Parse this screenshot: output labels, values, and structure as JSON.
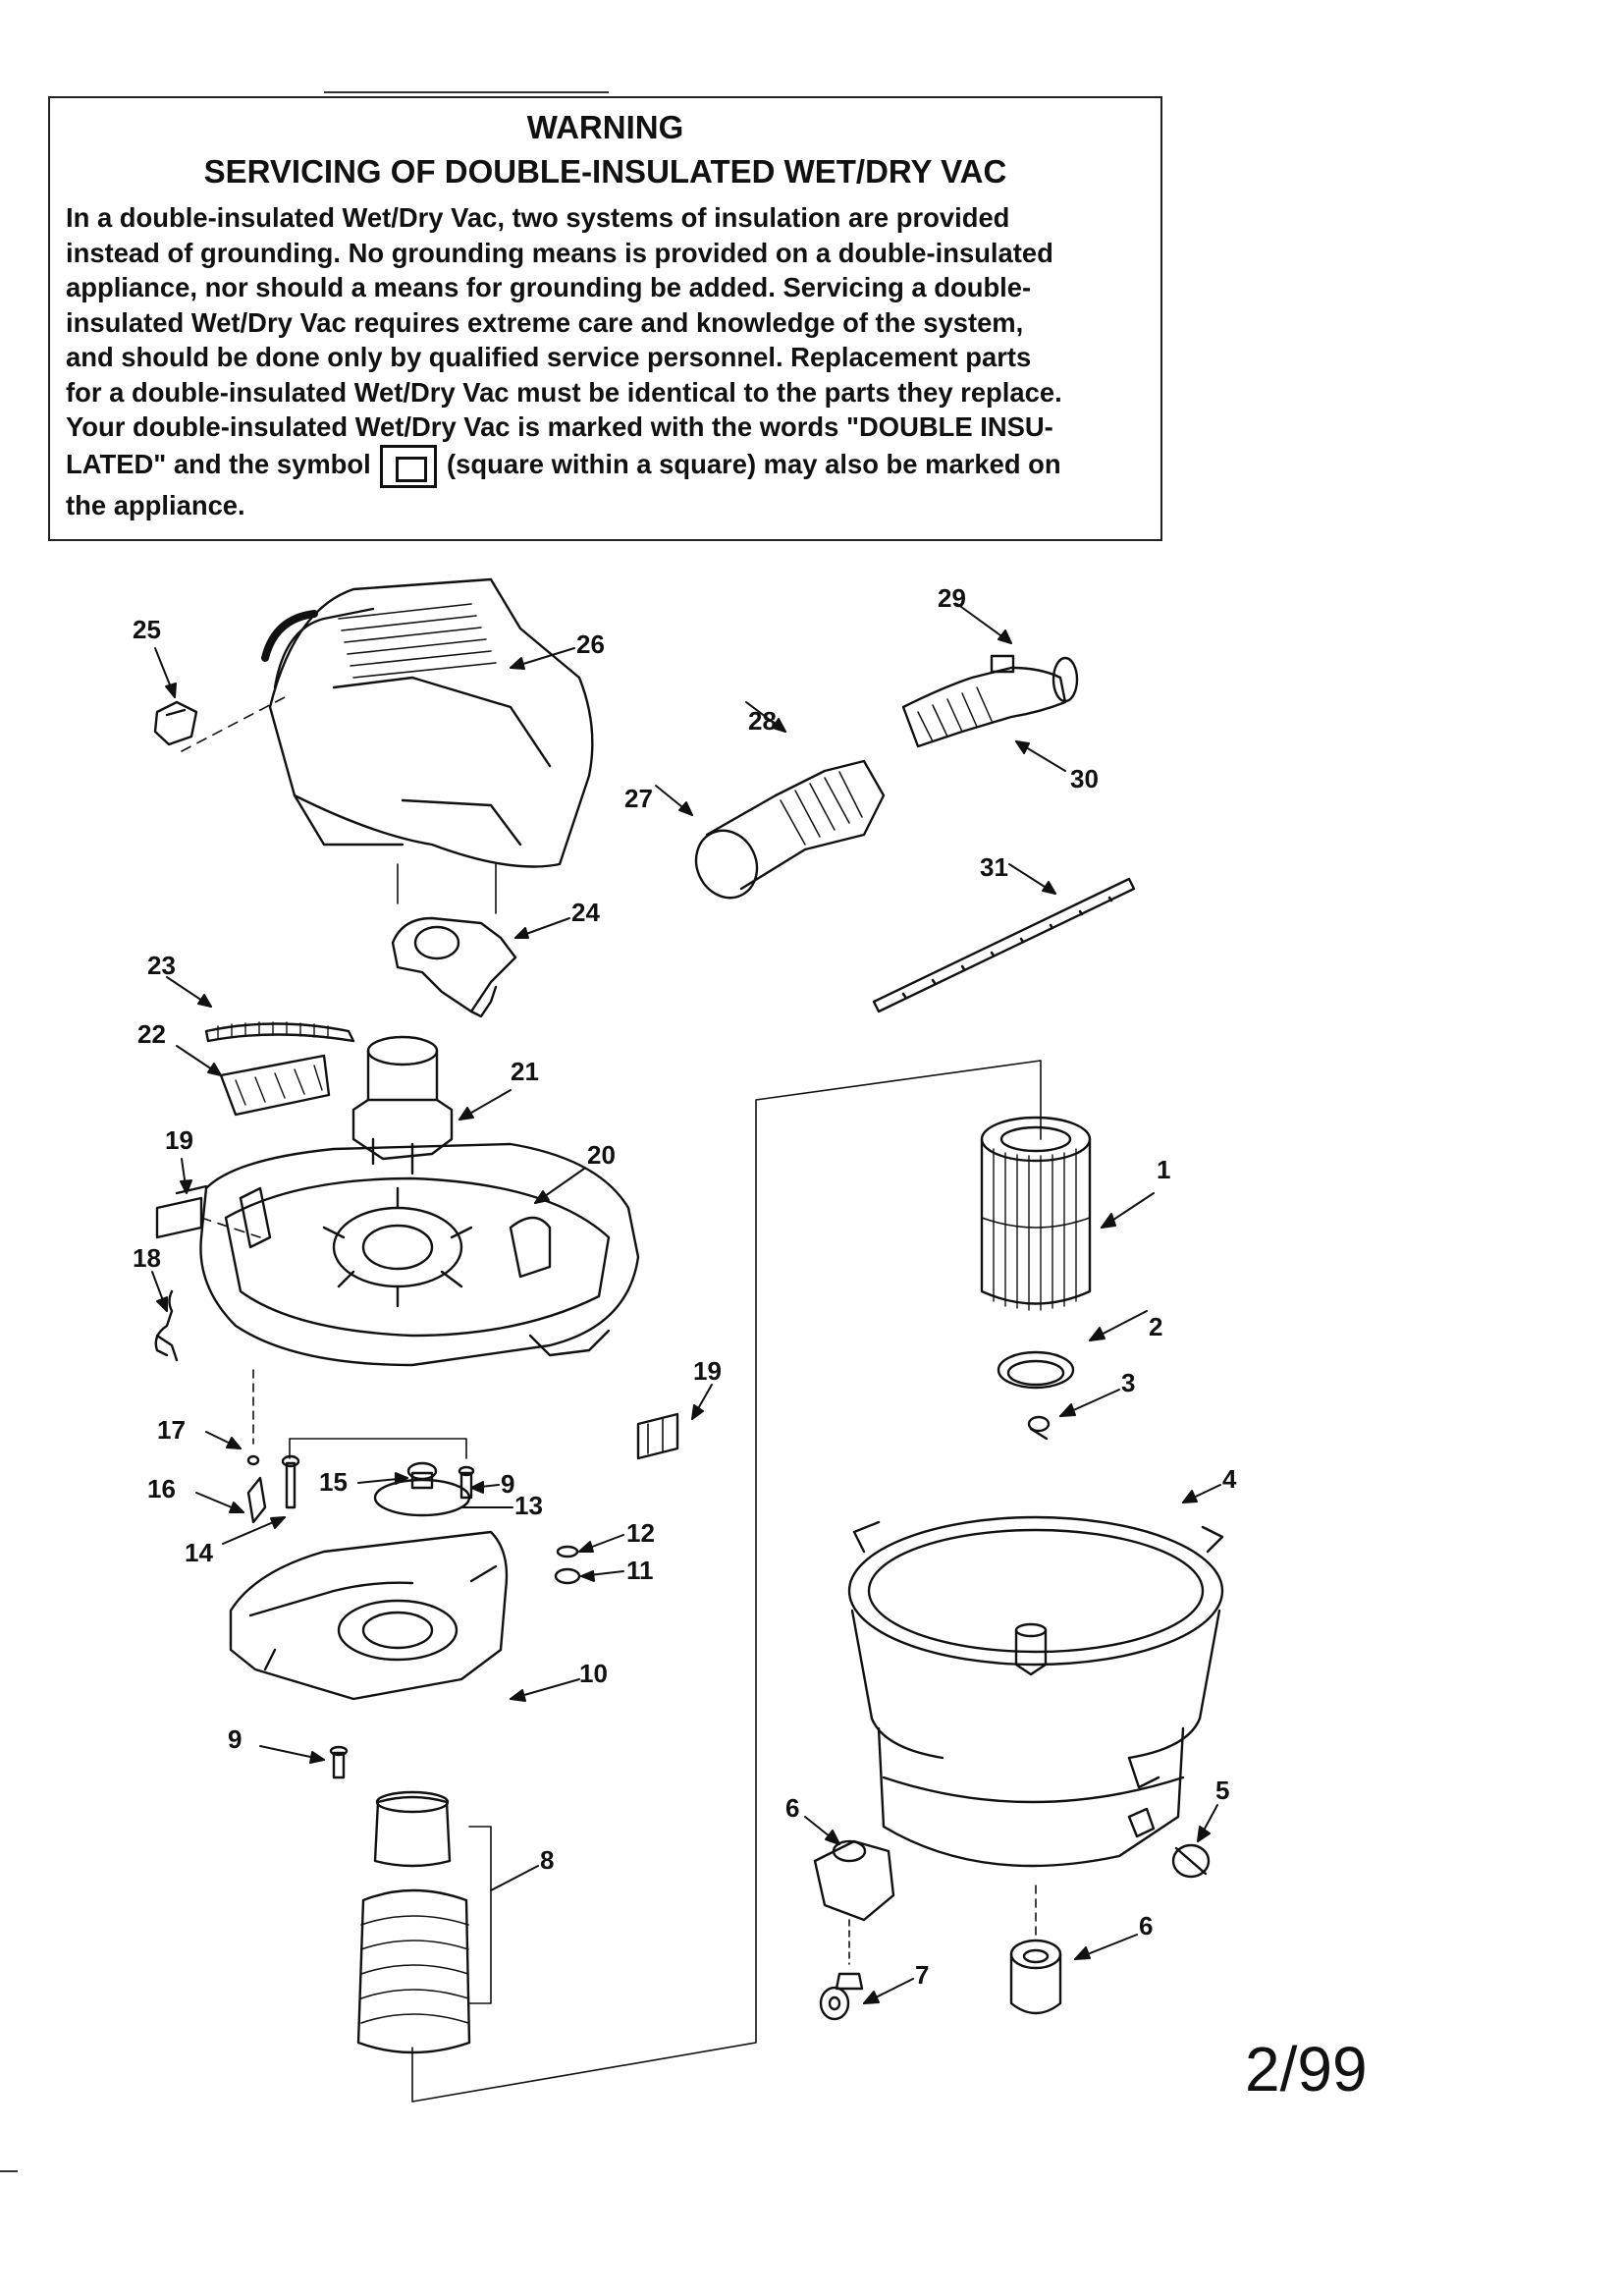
{
  "warning": {
    "title": "WARNING",
    "subtitle": "SERVICING OF DOUBLE-INSULATED WET/DRY VAC",
    "body_lines": [
      "In a double-insulated Wet/Dry Vac, two systems of insulation are provided",
      "instead of grounding. No grounding means is provided on a double-insulated",
      "appliance, nor should a means for grounding be added. Servicing a double-",
      "insulated Wet/Dry Vac requires extreme care and knowledge of the system,",
      "and should be done only by qualified service personnel. Replacement parts",
      "for a double-insulated Wet/Dry Vac must be identical to the parts they replace.",
      "Your double-insulated Wet/Dry Vac is marked with the words \"DOUBLE INSU-"
    ],
    "line8_before": "LATED\" and the symbol",
    "line8_after": "(square within a square) may also be marked on",
    "line9": "the appliance."
  },
  "callouts": {
    "c1": "1",
    "c2": "2",
    "c3": "3",
    "c4": "4",
    "c5": "5",
    "c6a": "6",
    "c6b": "6",
    "c7": "7",
    "c8": "8",
    "c9a": "9",
    "c9b": "9",
    "c10": "10",
    "c11": "11",
    "c12": "12",
    "c13": "13",
    "c14": "14",
    "c15": "15",
    "c16": "16",
    "c17": "17",
    "c18": "18",
    "c19a": "19",
    "c19b": "19",
    "c20": "20",
    "c21": "21",
    "c22": "22",
    "c23": "23",
    "c24": "24",
    "c25": "25",
    "c26": "26",
    "c27": "27",
    "c28": "28",
    "c29": "29",
    "c30": "30",
    "c31": "31"
  },
  "page_number": "2/99"
}
